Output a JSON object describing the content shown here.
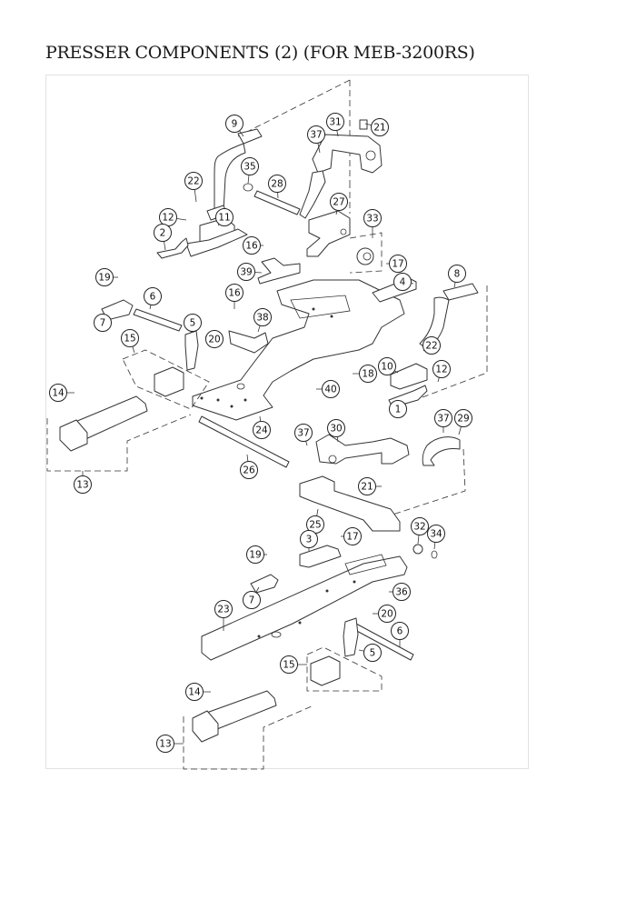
{
  "title": "PRESSER COMPONENTS (2) (FOR MEB-3200RS)",
  "diagram": {
    "type": "exploded-parts-view",
    "callouts": [
      {
        "id": "c9",
        "number": "9"
      },
      {
        "id": "c31",
        "number": "31"
      },
      {
        "id": "c21a",
        "number": "21"
      },
      {
        "id": "c37a",
        "number": "37"
      },
      {
        "id": "c35",
        "number": "35"
      },
      {
        "id": "c22a",
        "number": "22"
      },
      {
        "id": "c28",
        "number": "28"
      },
      {
        "id": "c27",
        "number": "27"
      },
      {
        "id": "c33",
        "number": "33"
      },
      {
        "id": "c12a",
        "number": "12"
      },
      {
        "id": "c11",
        "number": "11"
      },
      {
        "id": "c2",
        "number": "2"
      },
      {
        "id": "c16a",
        "number": "16"
      },
      {
        "id": "c17a",
        "number": "17"
      },
      {
        "id": "c39",
        "number": "39"
      },
      {
        "id": "c4",
        "number": "4"
      },
      {
        "id": "c8",
        "number": "8"
      },
      {
        "id": "c19a",
        "number": "19"
      },
      {
        "id": "c6a",
        "number": "6"
      },
      {
        "id": "c16b",
        "number": "16"
      },
      {
        "id": "c7a",
        "number": "7"
      },
      {
        "id": "c5a",
        "number": "5"
      },
      {
        "id": "c38",
        "number": "38"
      },
      {
        "id": "c20a",
        "number": "20"
      },
      {
        "id": "c15a",
        "number": "15"
      },
      {
        "id": "c22b",
        "number": "22"
      },
      {
        "id": "c18",
        "number": "18"
      },
      {
        "id": "c10",
        "number": "10"
      },
      {
        "id": "c12b",
        "number": "12"
      },
      {
        "id": "c14a",
        "number": "14"
      },
      {
        "id": "c40",
        "number": "40"
      },
      {
        "id": "c1",
        "number": "1"
      },
      {
        "id": "c24",
        "number": "24"
      },
      {
        "id": "c37b",
        "number": "37"
      },
      {
        "id": "c29",
        "number": "29"
      },
      {
        "id": "c37c",
        "number": "37"
      },
      {
        "id": "c30",
        "number": "30"
      },
      {
        "id": "c26",
        "number": "26"
      },
      {
        "id": "c13a",
        "number": "13"
      },
      {
        "id": "c21b",
        "number": "21"
      },
      {
        "id": "c25",
        "number": "25"
      },
      {
        "id": "c32",
        "number": "32"
      },
      {
        "id": "c3",
        "number": "3"
      },
      {
        "id": "c17b",
        "number": "17"
      },
      {
        "id": "c34",
        "number": "34"
      },
      {
        "id": "c19b",
        "number": "19"
      },
      {
        "id": "c36",
        "number": "36"
      },
      {
        "id": "c7b",
        "number": "7"
      },
      {
        "id": "c23",
        "number": "23"
      },
      {
        "id": "c20b",
        "number": "20"
      },
      {
        "id": "c6b",
        "number": "6"
      },
      {
        "id": "c5b",
        "number": "5"
      },
      {
        "id": "c15b",
        "number": "15"
      },
      {
        "id": "c14b",
        "number": "14"
      },
      {
        "id": "c13b",
        "number": "13"
      }
    ]
  }
}
